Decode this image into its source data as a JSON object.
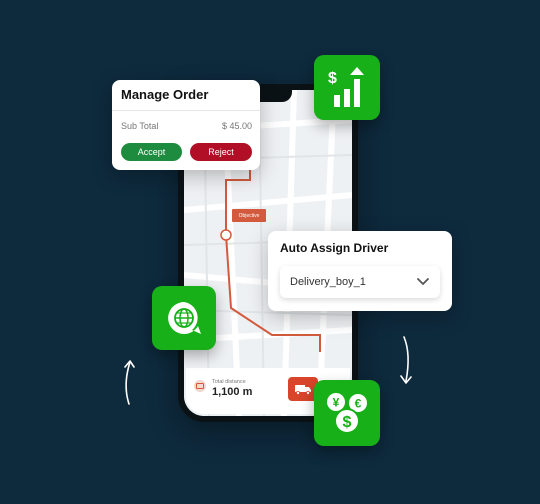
{
  "manage_order": {
    "title": "Manage Order",
    "subtotal_label": "Sub Total",
    "subtotal_value": "$ 45.00",
    "accept_label": "Accept",
    "reject_label": "Reject"
  },
  "auto_assign": {
    "title": "Auto Assign Driver",
    "selected_driver": "Delivery_boy_1"
  },
  "map": {
    "objective_label": "Objective",
    "distance_label": "Total distance",
    "distance_value": "1,100 m"
  },
  "colors": {
    "background": "#0e2a3d",
    "brand_green": "#18b018",
    "accept_green": "#1e8c3e",
    "reject_red": "#b10f25",
    "route": "#d35a3c"
  },
  "icons": [
    "dollar-chart-icon",
    "chat-globe-icon",
    "currency-coins-icon",
    "truck-icon",
    "chevron-down-icon",
    "curved-arrow-up-icon",
    "curved-arrow-down-icon"
  ]
}
